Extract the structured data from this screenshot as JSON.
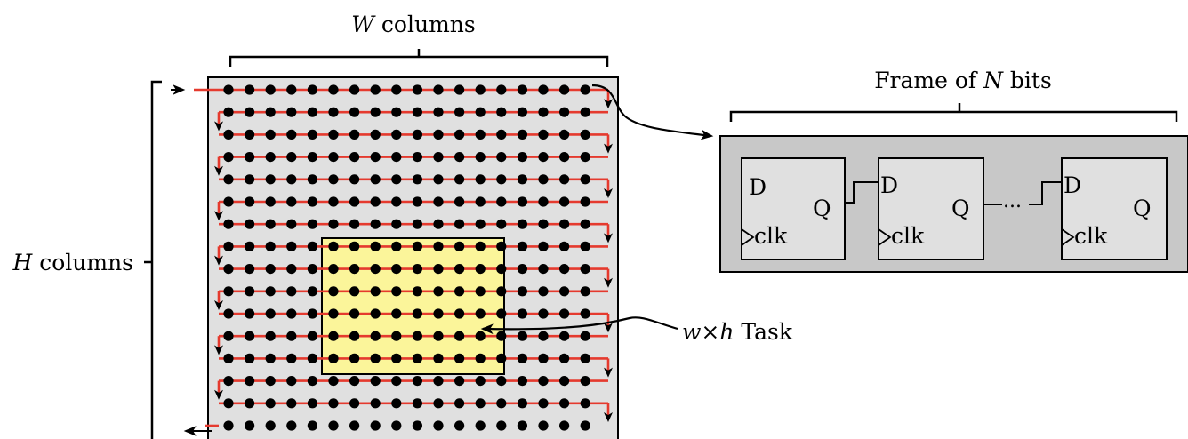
{
  "labels": {
    "width_var": "W",
    "width_word": " columns",
    "height_var": "H",
    "height_word": " columns",
    "frame_prefix": "Frame of ",
    "frame_var": "N",
    "frame_suffix": " bits",
    "task_w": "w",
    "task_times": "×",
    "task_h": "h",
    "task_word": " Task"
  },
  "grid": {
    "columns": 18,
    "rows": 16
  },
  "task_region": {
    "columns": 9,
    "rows": 6
  },
  "flipflop": {
    "input": "D",
    "output": "Q",
    "clock": "clk",
    "ellipsis": "..."
  },
  "colors": {
    "fabric": "#e0e0e0",
    "frame_bg": "#c8c8c8",
    "flipflop_bg": "#e0e0e0",
    "task": "#fbf59a",
    "path": "#e53a2e",
    "node": "#000000"
  }
}
